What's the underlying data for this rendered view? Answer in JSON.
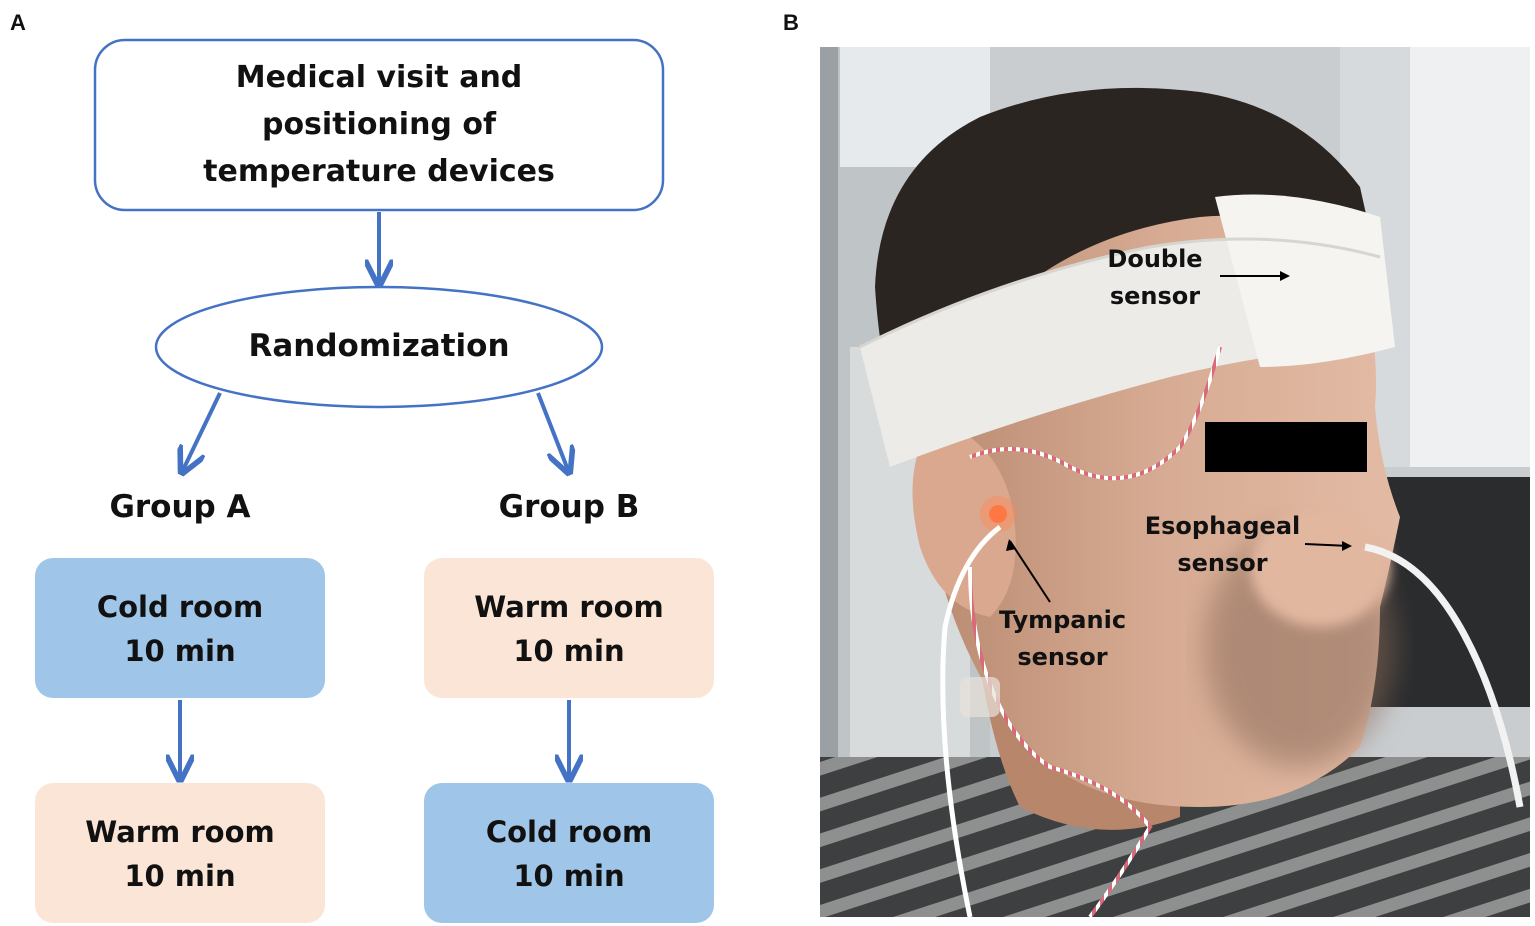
{
  "panels": {
    "a_label": "A",
    "b_label": "B"
  },
  "flowchart": {
    "start": {
      "lines": [
        "Medical visit and",
        "positioning of",
        "temperature devices"
      ]
    },
    "randomization": "Randomization",
    "groups": [
      {
        "name": "Group A",
        "first": {
          "room": "Cold room",
          "duration": "10 min",
          "color": "#9fc5e8"
        },
        "second": {
          "room": "Warm room",
          "duration": "10 min",
          "color": "#fbe5d6"
        }
      },
      {
        "name": "Group B",
        "first": {
          "room": "Warm room",
          "duration": "10 min",
          "color": "#fbe5d6"
        },
        "second": {
          "room": "Cold room",
          "duration": "10 min",
          "color": "#9fc5e8"
        }
      }
    ],
    "arrow_color": "#4472c4",
    "border_color": "#4472c4"
  },
  "photo": {
    "labels": {
      "double": [
        "Double",
        "sensor"
      ],
      "esophageal": [
        "Esophageal",
        "sensor"
      ],
      "tympanic": [
        "Tympanic",
        "sensor"
      ]
    }
  }
}
